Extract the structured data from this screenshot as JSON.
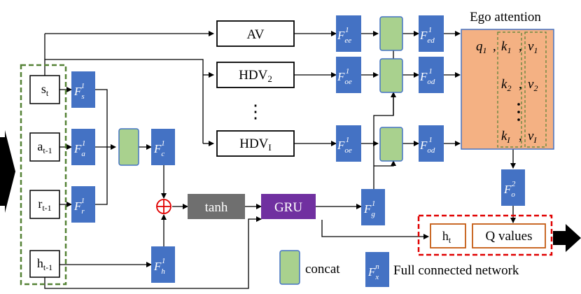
{
  "inputs": {
    "s": "s",
    "s_sub": "t",
    "a": "a",
    "a_sub": "t-1",
    "r": "r",
    "r_sub": "t-1",
    "h": "h",
    "h_sub": "t-1"
  },
  "vehicles": {
    "av": "AV",
    "hdv2": "HDV",
    "hdv2_sub": "2",
    "dots": "⋮",
    "hdvI": "HDV",
    "hdvI_sub": "I"
  },
  "fc": {
    "base": "F",
    "sup1": "1",
    "sup2": "2",
    "sub_s": "s",
    "sub_a": "a",
    "sub_r": "r",
    "sub_c": "c",
    "sub_h": "h",
    "sub_g": "g",
    "sub_ee": "ee",
    "sub_oe": "oe",
    "sub_ed": "ed",
    "sub_od": "od",
    "sub_o": "o"
  },
  "ops": {
    "tanh": "tanh",
    "gru": "GRU",
    "plus": "⊕"
  },
  "attention": {
    "title": "Ego attention",
    "q1": "q",
    "q1_sub": "1",
    "k1": "k",
    "k1_sub": "1",
    "v1": "v",
    "v1_sub": "1",
    "k2": "k",
    "k2_sub": "2",
    "v2": "v",
    "v2_sub": "2",
    "kI": "k",
    "kI_sub": "I",
    "vI": "v",
    "vI_sub": "I",
    "comma": ","
  },
  "outputs": {
    "h": "h",
    "h_sub": "t",
    "q_values": "Q values"
  },
  "legend": {
    "concat": "concat",
    "fc_base": "F",
    "fc_sup": "n",
    "fc_sub": "x",
    "fc_desc": "Full connected network"
  },
  "colors": {
    "fc_blue": "#4472c4",
    "concat_green": "#a9d18e",
    "concat_border": "#4472c4",
    "tanh_gray": "#6f6f6f",
    "gru_purple": "#7030a0",
    "attention_orange": "#f4b183",
    "input_dashed_green": "#548235",
    "output_dashed_red": "#e00000",
    "output_box_border": "#c55a11",
    "plus_red": "#e00000"
  }
}
